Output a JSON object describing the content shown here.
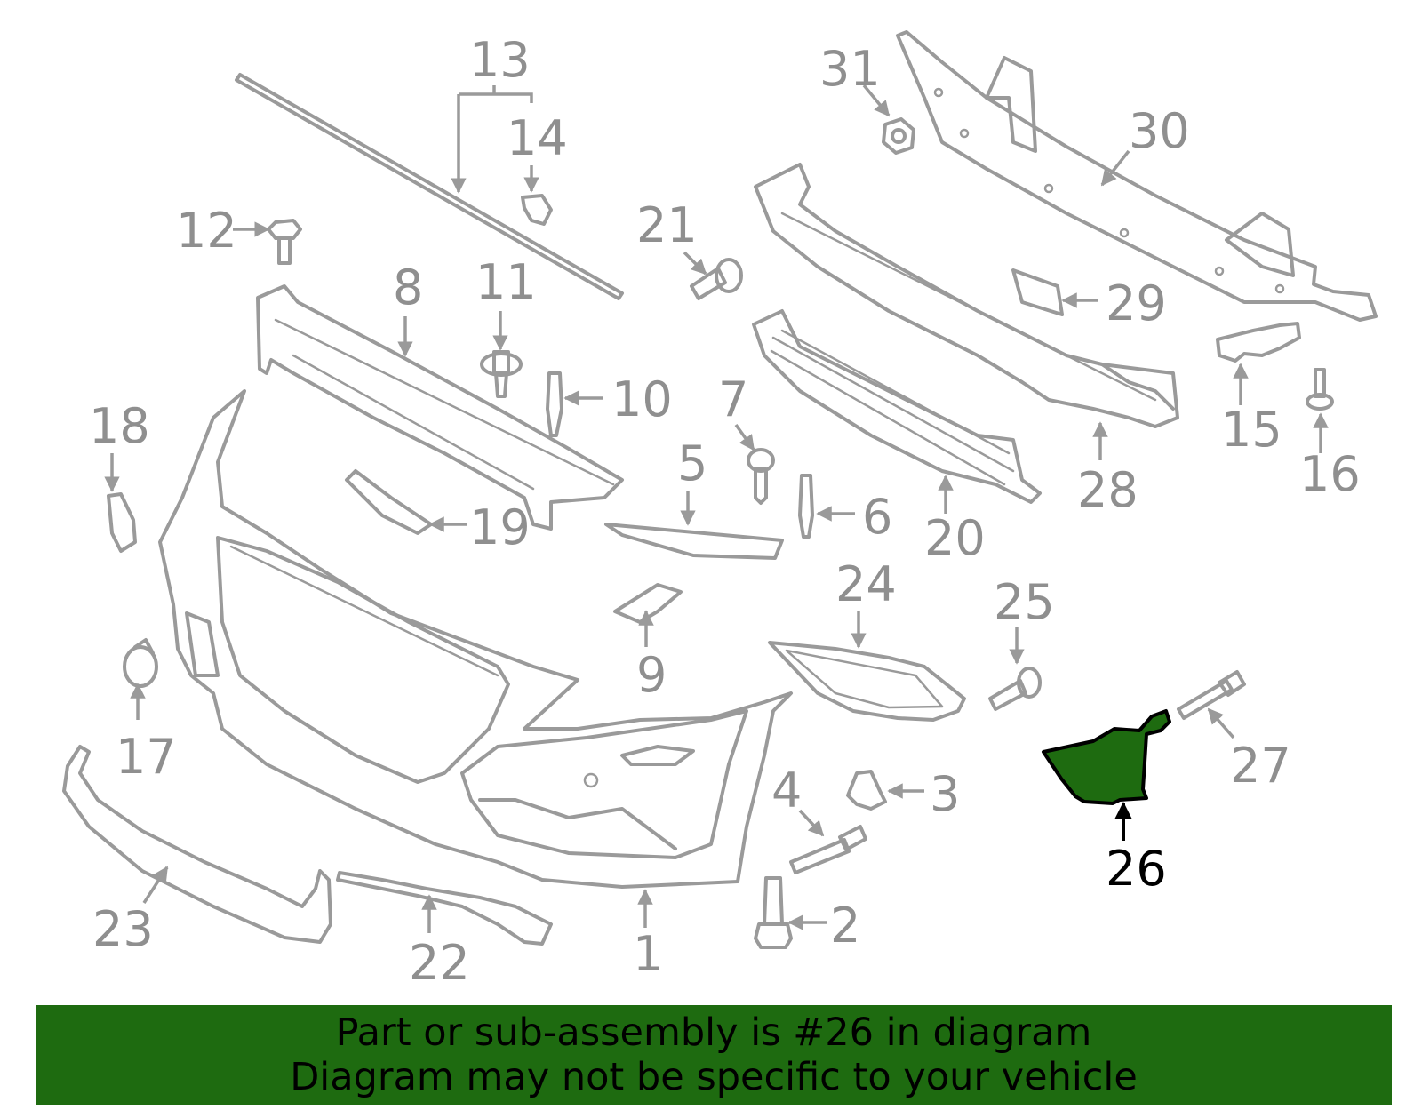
{
  "diagram": {
    "callouts": [
      "1",
      "2",
      "3",
      "4",
      "5",
      "6",
      "7",
      "8",
      "9",
      "10",
      "11",
      "12",
      "13",
      "14",
      "15",
      "16",
      "17",
      "18",
      "19",
      "20",
      "21",
      "22",
      "23",
      "24",
      "25",
      "26",
      "27",
      "28",
      "29",
      "30",
      "31"
    ],
    "highlighted_part": "26"
  },
  "banner": {
    "line1": "Part or sub-assembly is #26 in diagram",
    "line2": "Diagram may not be specific to your vehicle",
    "background_color": "#1e6b10"
  },
  "colors": {
    "part_stroke": "#9a9a9a",
    "callout_text": "#8f8f8f",
    "highlight_fill": "#1e6b10"
  }
}
